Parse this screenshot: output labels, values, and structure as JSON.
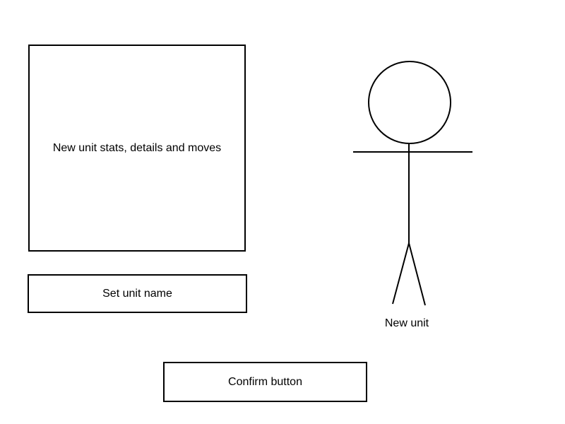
{
  "stats_panel": {
    "label": "New unit stats, details and moves"
  },
  "name_field": {
    "label": "Set unit name"
  },
  "confirm": {
    "label": "Confirm button"
  },
  "unit_preview": {
    "caption": "New unit",
    "icon": "stick-figure-icon"
  },
  "colors": {
    "line": "#000000",
    "background": "#ffffff"
  }
}
